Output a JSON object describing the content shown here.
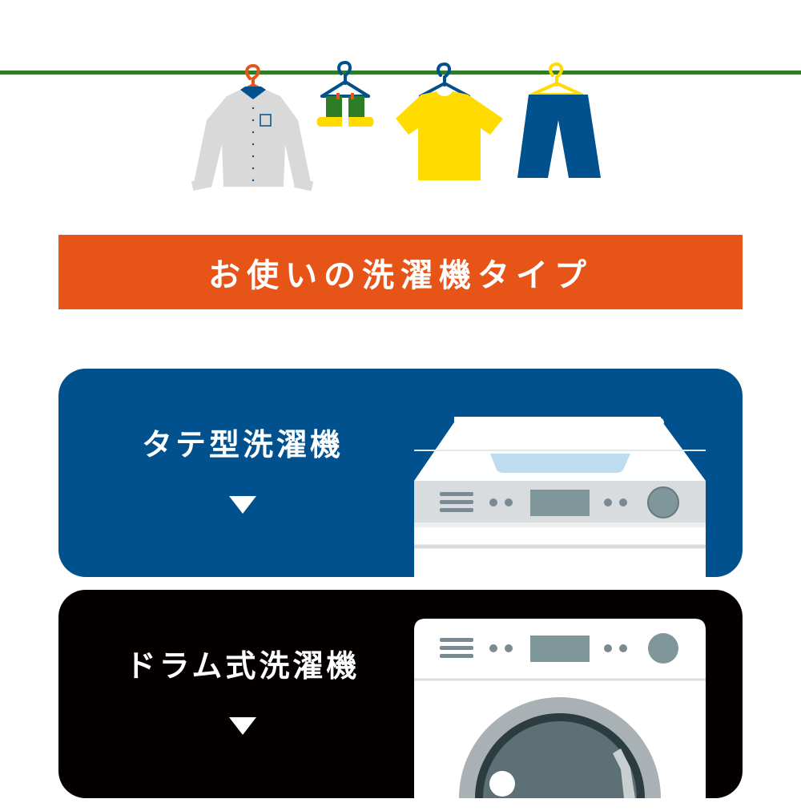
{
  "banner": {
    "title": "お使いの洗濯機タイプ"
  },
  "cards": [
    {
      "label": "タテ型洗濯機"
    },
    {
      "label": "ドラム式洗濯機"
    }
  ],
  "colors": {
    "line": "#2e7d26",
    "banner": "#e75418",
    "top_card": "#00518e",
    "drum_card": "#040000",
    "shirt": "#d9d9d9",
    "tshirt": "#ffdb00",
    "pants": "#00518e",
    "socks": "#2e7d26"
  },
  "icons": [
    "hanger-icon",
    "shirt-icon",
    "socks-icon",
    "tshirt-icon",
    "pants-icon",
    "washing-machine-top-icon",
    "washing-machine-drum-icon",
    "arrow-down-icon"
  ]
}
